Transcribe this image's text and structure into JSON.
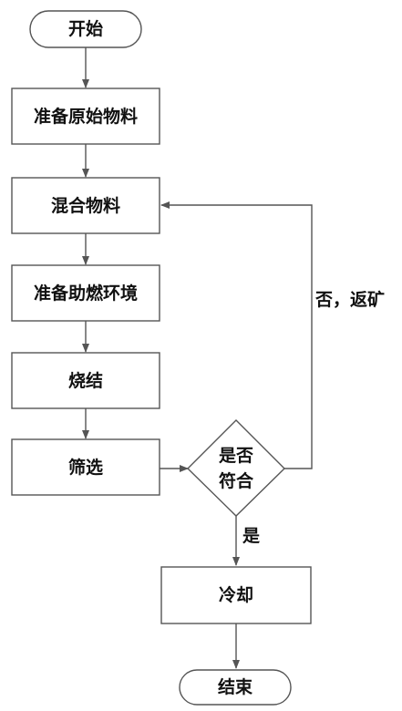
{
  "nodes": {
    "start": "开始",
    "prepare_material": "准备原始物料",
    "mix_material": "混合物料",
    "prepare_combustion": "准备助燃环境",
    "sinter": "烧结",
    "screen": "筛选",
    "decision_line1": "是否",
    "decision_line2": "符合",
    "cool": "冷却",
    "end": "结束"
  },
  "edges": {
    "yes": "是",
    "no_return": "否，返矿"
  }
}
